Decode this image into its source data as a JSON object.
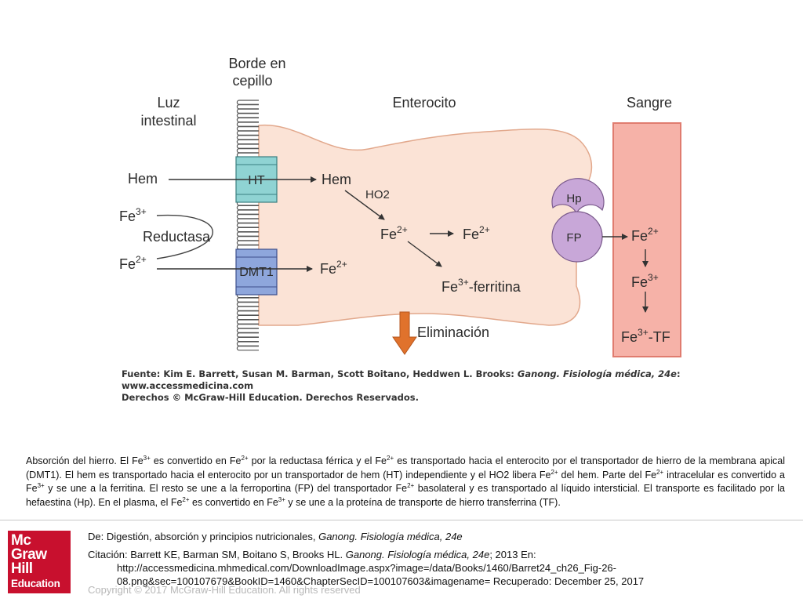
{
  "diagram": {
    "labels": {
      "borde": [
        "Borde en",
        "cepillo"
      ],
      "luz": [
        "Luz",
        "intestinal"
      ],
      "enterocito": "Enterocito",
      "sangre": "Sangre",
      "hem_left": "Hem",
      "fe3_left": "Fe",
      "fe3_left_sup": "3+",
      "reductasa": "Reductasa",
      "fe2_left": "Fe",
      "fe2_left_sup": "2+",
      "ht": "HT",
      "dmt1": "DMT1",
      "hem_right": "Hem",
      "ho2": "HO2",
      "fe2_center": "Fe",
      "fe2_center_sup": "2+",
      "fe2_mid": "Fe",
      "fe2_mid_sup": "2+",
      "fe2_dmt": "Fe",
      "fe2_dmt_sup": "2+",
      "ferritina_fe": "Fe",
      "ferritina_sup": "3+",
      "ferritina_rest": "-ferritina",
      "hp": "Hp",
      "fp": "FP",
      "eliminacion": "Eliminación",
      "blood_fe2": "Fe",
      "blood_fe2_sup": "2+",
      "blood_fe3": "Fe",
      "blood_fe3_sup": "3+",
      "blood_tf_fe": "Fe",
      "blood_tf_sup": "3+",
      "blood_tf_rest": "-TF"
    },
    "source": {
      "line1_prefix": "Fuente: Kim E. Barrett, Susan M. Barman, Scott Boitano, Heddwen L. Brooks: ",
      "line1_italic": "Ganong. Fisiología médica, 24e",
      "line1_suffix": ":",
      "line2": "www.accessmedicina.com",
      "line3": "Derechos © McGraw-Hill Education. Derechos Reservados."
    },
    "colors": {
      "enterocyte": "#fbe3d6",
      "enterocyte_stroke": "#e2a88c",
      "blood": "#f6b2a8",
      "blood_stroke": "#e07c6f",
      "ht": "#8fd3d3",
      "dmt1": "#8ea6dc",
      "hp_fp": "#c8a7d8",
      "elimination_arrow": "#e0722c"
    }
  },
  "caption": [
    {
      "t": "Absorción del hierro. El Fe"
    },
    {
      "sup": "3+"
    },
    {
      "t": " es convertido en Fe"
    },
    {
      "sup": "2+"
    },
    {
      "t": " por la reductasa férrica y el Fe"
    },
    {
      "sup": "2+"
    },
    {
      "t": " es transportado hacia el enterocito por el transportador de hierro de la membrana apical (DMT1). El hem es transportado hacia el enterocito por un transportador de hem (HT) independiente y el HO2 libera Fe"
    },
    {
      "sup": "2+"
    },
    {
      "t": " del hem. Parte del Fe"
    },
    {
      "sup": "2+"
    },
    {
      "t": " intracelular es convertido a Fe"
    },
    {
      "sup": "3+"
    },
    {
      "t": " y se une a la ferritina. El resto se une a la ferroportina (FP) del transportador Fe"
    },
    {
      "sup": "2+"
    },
    {
      "t": " basolateral y es transportado al líquido intersticial. El transporte es facilitado por la hefaestina (Hp). En el plasma, el Fe"
    },
    {
      "sup": "2+"
    },
    {
      "t": " es convertido en Fe"
    },
    {
      "sup": "3+"
    },
    {
      "t": " y se une a la proteína de transporte de hierro transferrina (TF)."
    }
  ],
  "logo": {
    "lines": [
      "Mc",
      "Graw",
      "Hill"
    ],
    "education": "Education"
  },
  "refs": {
    "de_prefix": "De: Digestión, absorción y principios nutricionales, ",
    "de_italic": "Ganong. Fisiología médica, 24e",
    "cit_prefix": "Citación: Barrett KE, Barman SM, Boitano S, Brooks HL. ",
    "cit_italic": "Ganong. Fisiología médica, 24e",
    "cit_suffix": "; 2013 En: http://accessmedicina.mhmedical.com/DownloadImage.aspx?image=/data/Books/1460/Barret24_ch26_Fig-26-08.png&sec=100107679&BookID=1460&ChapterSecID=100107603&imagename= Recuperado: December 25, 2017"
  },
  "copyright": "Copyright © 2017 McGraw-Hill Education. All rights reserved"
}
